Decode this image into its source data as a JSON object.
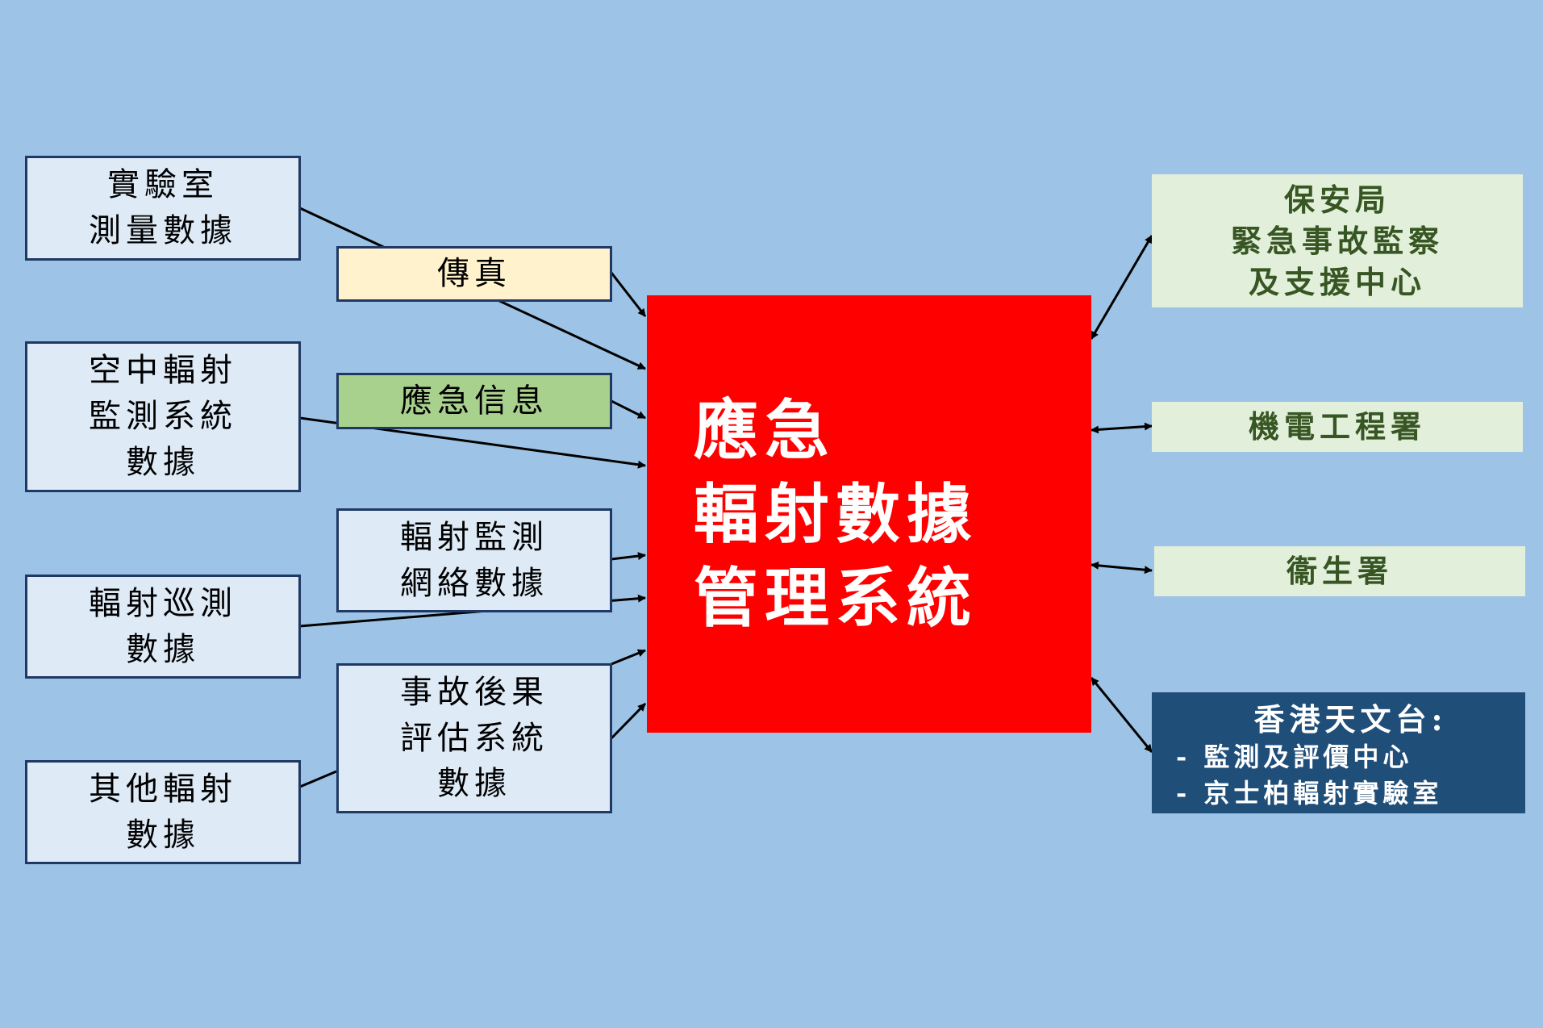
{
  "center": {
    "lines": [
      "應急",
      "輻射數據",
      "管理系統"
    ],
    "color": "#ff0000"
  },
  "sources": [
    {
      "lines": [
        "實驗室",
        "測量數據"
      ]
    },
    {
      "lines": [
        "空中輻射",
        "監測系統",
        "數據"
      ]
    },
    {
      "lines": [
        "輻射巡測",
        "數據"
      ]
    },
    {
      "lines": [
        "其他輻射",
        "數據"
      ]
    }
  ],
  "channels": [
    {
      "lines": [
        "傳真"
      ],
      "color": "#fff2cc"
    },
    {
      "lines": [
        "應急信息"
      ],
      "color": "#a9d18e"
    },
    {
      "lines": [
        "輻射監測",
        "網絡數據"
      ],
      "color": "#deebf7"
    },
    {
      "lines": [
        "事故後果",
        "評估系統",
        "數據"
      ],
      "color": "#deebf7"
    }
  ],
  "destinations": [
    {
      "lines": [
        "保安局",
        "緊急事故監察",
        "及支援中心"
      ]
    },
    {
      "lines": [
        "機電工程署"
      ]
    },
    {
      "lines": [
        "衞生署"
      ]
    }
  ],
  "observatory": {
    "title": "香港天文台:",
    "items": [
      "-  監測及評價中心",
      "-  京士柏輻射實驗室"
    ],
    "color": "#1f4e79"
  }
}
